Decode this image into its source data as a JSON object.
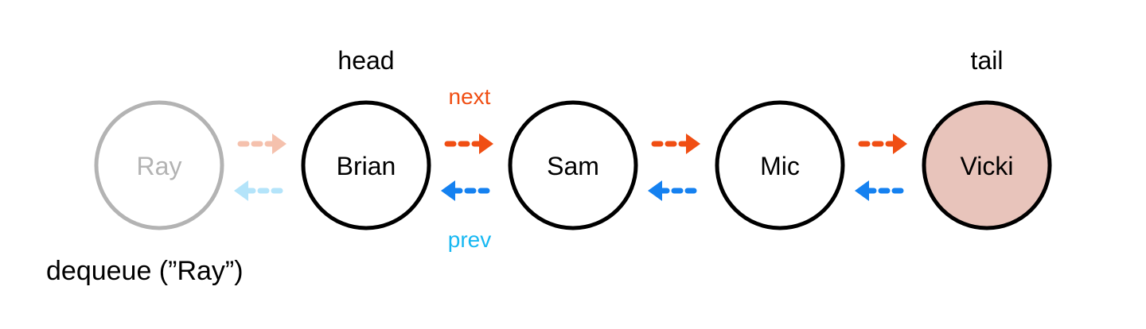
{
  "nodes": [
    {
      "name": "Ray",
      "state": "removed",
      "stroke": "#b3b3b3",
      "fill": "#ffffff",
      "text_color": "#b3b3b3"
    },
    {
      "name": "Brian",
      "state": "normal",
      "stroke": "#000000",
      "fill": "#ffffff",
      "text_color": "#000000"
    },
    {
      "name": "Sam",
      "state": "normal",
      "stroke": "#000000",
      "fill": "#ffffff",
      "text_color": "#000000"
    },
    {
      "name": "Mic",
      "state": "normal",
      "stroke": "#000000",
      "fill": "#ffffff",
      "text_color": "#000000"
    },
    {
      "name": "Vicki",
      "state": "highlighted",
      "stroke": "#000000",
      "fill": "#e8c4bb",
      "text_color": "#000000"
    }
  ],
  "labels": {
    "head": "head",
    "tail": "tail",
    "next": "next",
    "prev": "prev",
    "operation": "dequeue (”Ray”)"
  },
  "colors": {
    "next_arrow": "#f04e13",
    "prev_arrow": "#1581f0",
    "next_label": "#f04e13",
    "prev_label": "#17b8f2",
    "faded_next_arrow": "#f5c1ad",
    "faded_prev_arrow": "#b4e4fa"
  },
  "icons": {
    "next_arrow": "dashed-right-arrow-icon",
    "prev_arrow": "dashed-left-arrow-icon"
  }
}
